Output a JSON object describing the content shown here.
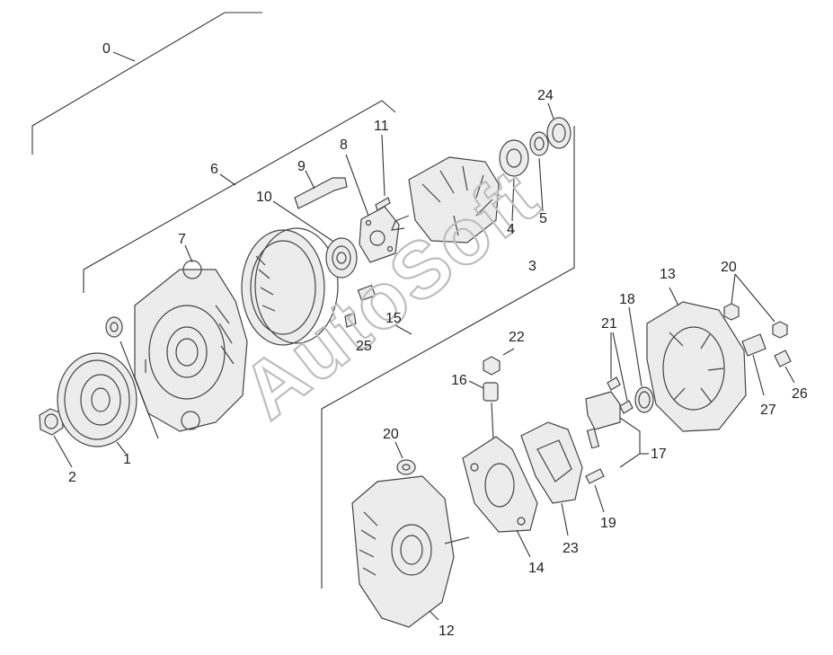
{
  "watermark": "AutoSoft",
  "callouts": [
    {
      "id": "0",
      "text": "0"
    },
    {
      "id": "1",
      "text": "1"
    },
    {
      "id": "2",
      "text": "2"
    },
    {
      "id": "3",
      "text": "3"
    },
    {
      "id": "4",
      "text": "4"
    },
    {
      "id": "5",
      "text": "5"
    },
    {
      "id": "6",
      "text": "6"
    },
    {
      "id": "7",
      "text": "7"
    },
    {
      "id": "8",
      "text": "8"
    },
    {
      "id": "9",
      "text": "9"
    },
    {
      "id": "10",
      "text": "10"
    },
    {
      "id": "11",
      "text": "11"
    },
    {
      "id": "12",
      "text": "12"
    },
    {
      "id": "13",
      "text": "13"
    },
    {
      "id": "14",
      "text": "14"
    },
    {
      "id": "15",
      "text": "15"
    },
    {
      "id": "16",
      "text": "16"
    },
    {
      "id": "17",
      "text": "17"
    },
    {
      "id": "18",
      "text": "18"
    },
    {
      "id": "19",
      "text": "19"
    },
    {
      "id": "20a",
      "text": "20"
    },
    {
      "id": "20b",
      "text": "20"
    },
    {
      "id": "21",
      "text": "21"
    },
    {
      "id": "22",
      "text": "22"
    },
    {
      "id": "23",
      "text": "23"
    },
    {
      "id": "24",
      "text": "24"
    },
    {
      "id": "25",
      "text": "25"
    },
    {
      "id": "26",
      "text": "26"
    },
    {
      "id": "27",
      "text": "27"
    }
  ]
}
